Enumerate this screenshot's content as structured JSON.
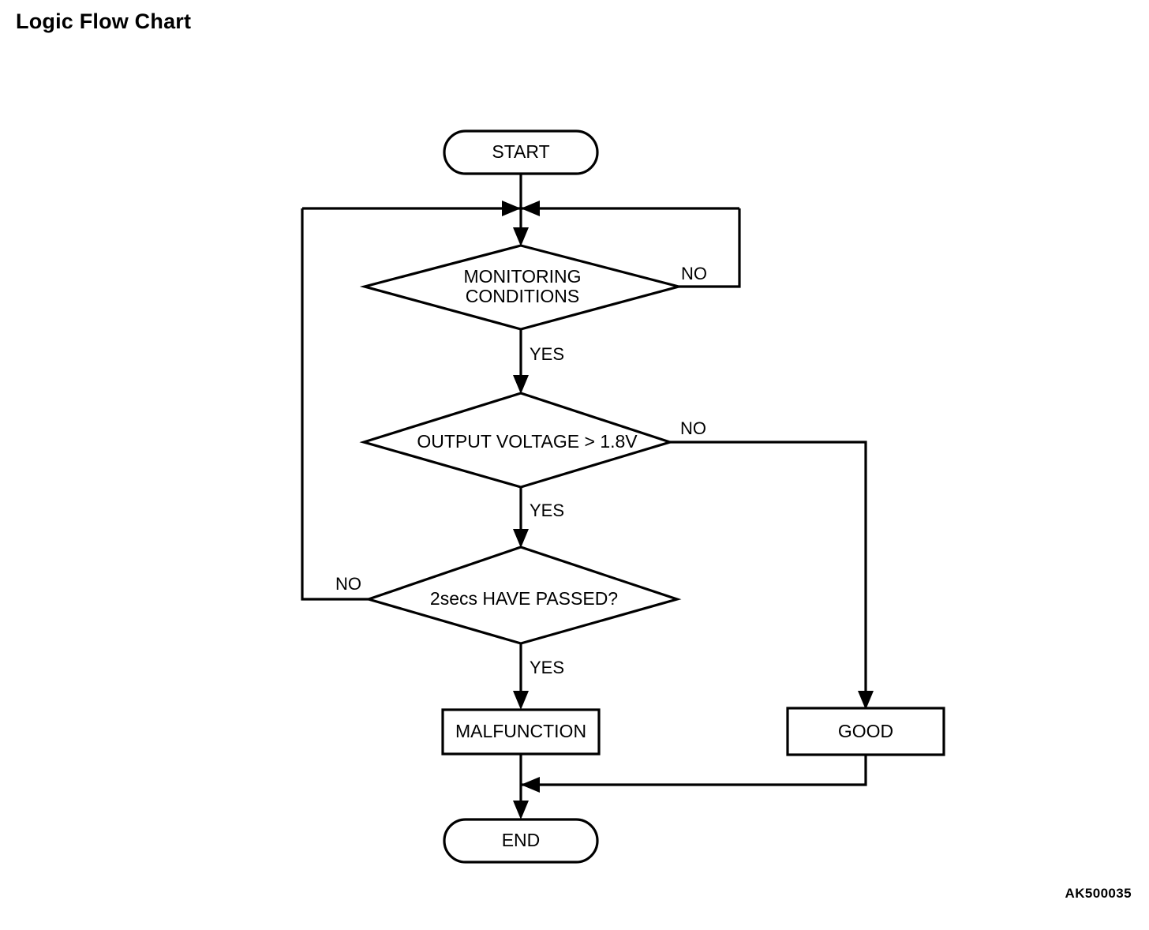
{
  "page": {
    "title": "Logic Flow Chart",
    "figure_code": "AK500035",
    "background_color": "#ffffff",
    "line_color": "#000000"
  },
  "chart_data": {
    "type": "diagram",
    "diagram_kind": "flowchart",
    "title": "Logic Flow Chart",
    "nodes": [
      {
        "id": "start",
        "shape": "terminator",
        "label": "START"
      },
      {
        "id": "monitoring",
        "shape": "decision",
        "label": "MONITORING CONDITIONS",
        "label_line1": "MONITORING",
        "label_line2": "CONDITIONS"
      },
      {
        "id": "voltage",
        "shape": "decision",
        "label": "OUTPUT VOLTAGE > 1.8V"
      },
      {
        "id": "timer",
        "shape": "decision",
        "label": "2secs HAVE PASSED?"
      },
      {
        "id": "malfunction",
        "shape": "process",
        "label": "MALFUNCTION"
      },
      {
        "id": "good",
        "shape": "process",
        "label": "GOOD"
      },
      {
        "id": "end",
        "shape": "terminator",
        "label": "END"
      }
    ],
    "edges": [
      {
        "from": "start",
        "to": "monitoring",
        "label": ""
      },
      {
        "from": "monitoring",
        "to": "voltage",
        "label": "YES"
      },
      {
        "from": "monitoring",
        "to": "monitoring",
        "label": "NO"
      },
      {
        "from": "voltage",
        "to": "timer",
        "label": "YES"
      },
      {
        "from": "voltage",
        "to": "good",
        "label": "NO"
      },
      {
        "from": "timer",
        "to": "malfunction",
        "label": "YES"
      },
      {
        "from": "timer",
        "to": "monitoring",
        "label": "NO"
      },
      {
        "from": "malfunction",
        "to": "end",
        "label": ""
      },
      {
        "from": "good",
        "to": "end",
        "label": ""
      }
    ]
  },
  "labels": {
    "start": "START",
    "monitoring_line1": "MONITORING",
    "monitoring_line2": "CONDITIONS",
    "voltage": "OUTPUT VOLTAGE > 1.8V",
    "timer": "2secs HAVE PASSED?",
    "malfunction": "MALFUNCTION",
    "good": "GOOD",
    "end": "END",
    "monitoring_no": "NO",
    "monitoring_yes": "YES",
    "voltage_no": "NO",
    "voltage_yes": "YES",
    "timer_no": "NO",
    "timer_yes": "YES"
  }
}
